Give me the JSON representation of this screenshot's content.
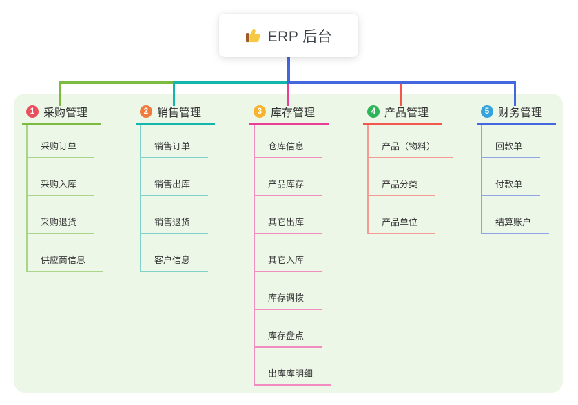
{
  "root": {
    "title": "ERP 后台",
    "icon": "thumbs-up-icon"
  },
  "panel_color": "#EDF7E8",
  "stem_color": "#4467DE",
  "branches": [
    {
      "label": "采购管理",
      "badge": "1",
      "badge_color": "#E9505E",
      "line_color": "#7CBB3F",
      "child_line_color": "#A9D489",
      "children": [
        "采购订单",
        "采购入库",
        "采购退货",
        "供应商信息"
      ]
    },
    {
      "label": "销售管理",
      "badge": "2",
      "badge_color": "#F07B3C",
      "line_color": "#12B6AA",
      "child_line_color": "#7FD2C9",
      "children": [
        "销售订单",
        "销售出库",
        "销售退货",
        "客户信息"
      ]
    },
    {
      "label": "库存管理",
      "badge": "3",
      "badge_color": "#F8B32C",
      "line_color": "#E83E98",
      "child_line_color": "#F28CC0",
      "children": [
        "仓库信息",
        "产品库存",
        "其它出库",
        "其它入库",
        "库存调拨",
        "库存盘点",
        "出库库明细"
      ]
    },
    {
      "label": "产品管理",
      "badge": "4",
      "badge_color": "#2FB45A",
      "line_color": "#F2564D",
      "child_line_color": "#F59B93",
      "children": [
        "产品（物料）",
        "产品分类",
        "产品单位"
      ]
    },
    {
      "label": "财务管理",
      "badge": "5",
      "badge_color": "#35A3DC",
      "line_color": "#4467DE",
      "child_line_color": "#8EA4E4",
      "children": [
        "回款单",
        "付款单",
        "结算账户"
      ]
    }
  ]
}
